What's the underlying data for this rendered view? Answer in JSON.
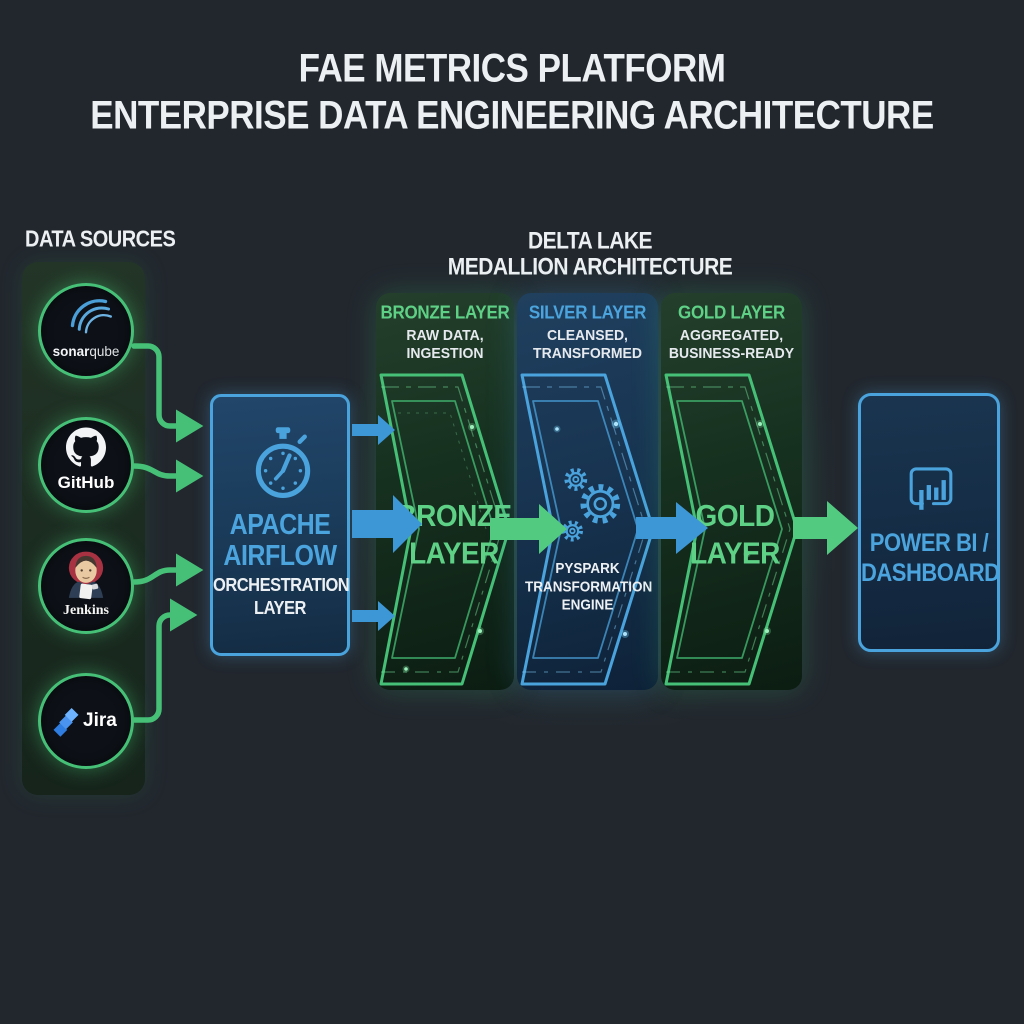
{
  "title": {
    "line1": "FAE METRICS PLATFORM",
    "line2": "ENTERPRISE DATA ENGINEERING ARCHITECTURE"
  },
  "data_sources": {
    "heading": "DATA SOURCES",
    "items": [
      {
        "name": "sonarqube",
        "label_bold": "sonar",
        "label_light": "qube"
      },
      {
        "name": "github",
        "label": "GitHub"
      },
      {
        "name": "jenkins",
        "label": "Jenkins"
      },
      {
        "name": "jira",
        "label": "Jira"
      }
    ]
  },
  "orchestration": {
    "name_line1": "APACHE",
    "name_line2": "AIRFLOW",
    "role_line1": "ORCHESTRATION",
    "role_line2": "LAYER"
  },
  "medallion": {
    "heading_line1": "DELTA LAKE",
    "heading_line2": "MEDALLION ARCHITECTURE",
    "layers": [
      {
        "title": "BRONZE LAYER",
        "desc_line1": "RAW DATA,",
        "desc_line2": "INGESTION",
        "label_line1": "BRONZE",
        "label_line2": "LAYER"
      },
      {
        "title": "SILVER LAYER",
        "desc_line1": "CLEANSED,",
        "desc_line2": "TRANSFORMED",
        "engine_line1": "PYSPARK",
        "engine_line2": "TRANSFORMATION",
        "engine_line3": "ENGINE"
      },
      {
        "title": "GOLD LAYER",
        "desc_line1": "AGGREGATED,",
        "desc_line2": "BUSINESS-READY",
        "label_line1": "GOLD",
        "label_line2": "LAYER"
      }
    ]
  },
  "output": {
    "label_line1": "POWER BI /",
    "label_line2": "DASHBOARD"
  },
  "icons": {
    "sonarqube": "sonarqube-arcs-icon",
    "github": "octocat-icon",
    "jenkins": "jenkins-butler-icon",
    "jira": "jira-diamonds-icon",
    "orchestration": "stopwatch-icon",
    "transformation": "gears-icon",
    "output": "power-bi-icon"
  },
  "colors": {
    "background": "#22272e",
    "green_accent": "#46c077",
    "blue_accent": "#4aa3dc",
    "bronze_text": "#5fd186",
    "silver_text": "#4ba4dd",
    "gold_text": "#5fd186",
    "white_text": "#edf0f3"
  }
}
